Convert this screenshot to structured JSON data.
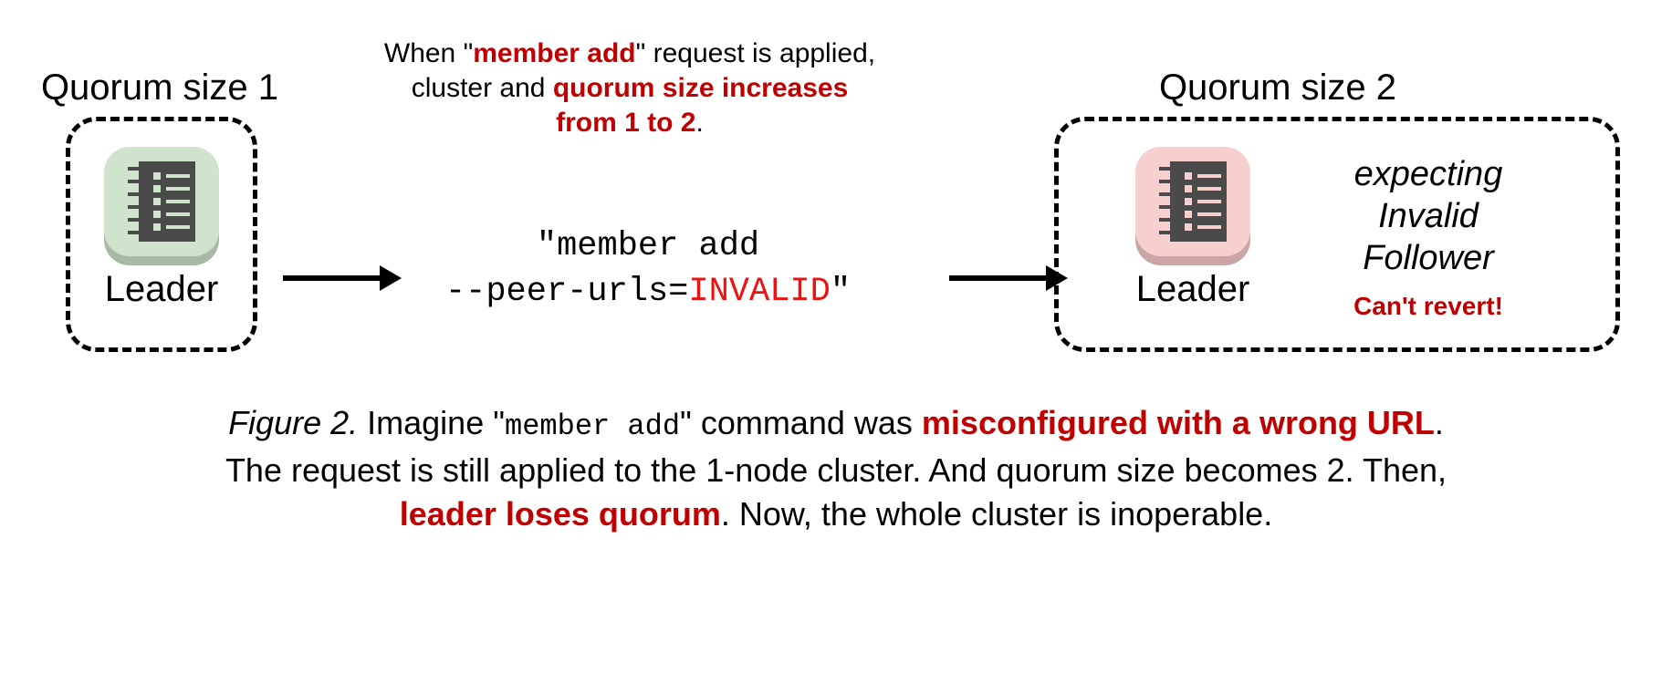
{
  "figure": {
    "left_cluster": {
      "quorum_label": "Quorum size 1",
      "node": {
        "caption": "Leader",
        "icon": "ledger-icon",
        "face_color": "#cfe3cd",
        "base_color": "#aab9a6",
        "line_color": "#cfe3cd"
      }
    },
    "right_cluster": {
      "quorum_label": "Quorum size 2",
      "node": {
        "caption": "Leader",
        "icon": "ledger-icon",
        "face_color": "#f8cfcf",
        "base_color": "#caa5a5",
        "line_color": "#f8cfcf"
      },
      "status_lines": [
        "expecting",
        "Invalid",
        "Follower"
      ],
      "warning": "Can't revert!"
    },
    "top_note": {
      "l1_a": "When \"",
      "l1_b": "member add",
      "l1_c": "\" request is applied,",
      "l2_a": "cluster and ",
      "l2_b": "quorum size increases",
      "l3_a": "from 1 to 2",
      "l3_b": "."
    },
    "command": {
      "line1": "\"member add",
      "line2_a": "--peer-urls=",
      "line2_b": "INVALID",
      "line2_c": "\""
    },
    "arrows": {
      "left_arrow": "arrow-right",
      "right_arrow": "arrow-right"
    },
    "caption": {
      "fignum": "Figure 2.",
      "t1": " Imagine \"",
      "mono1": "member add",
      "t2": "\" command was ",
      "hl1": "misconfigured with a wrong URL",
      "t3": ".",
      "l2": "The request is still applied to the 1-node cluster. And quorum size becomes 2. Then,",
      "l3_a": "",
      "hl2": "leader loses quorum",
      "l3_b": ". Now, the whole cluster is inoperable."
    },
    "colors": {
      "accent_red": "#c00000",
      "invalid_red": "#ee1111",
      "ink": "#000000",
      "icon_gray": "#4a4a4a"
    }
  }
}
